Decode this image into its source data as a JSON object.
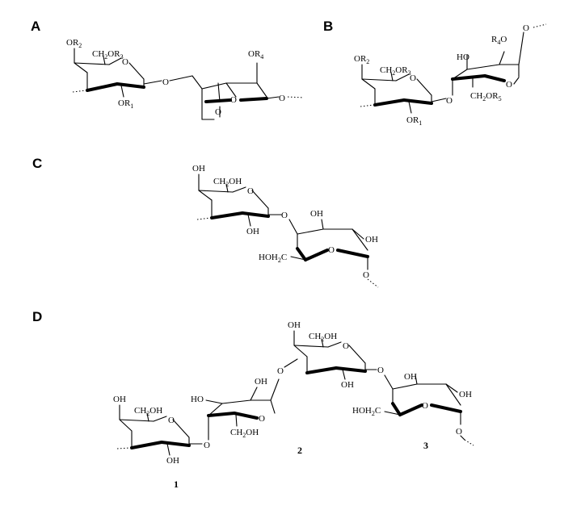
{
  "panels": {
    "A": {
      "label": "A",
      "atoms": {
        "or2": "OR",
        "or2_sub": "2",
        "ch2or3": "CH",
        "ch2or3_sub1": "2",
        "ch2or3_mid": "OR",
        "ch2or3_sub2": "3",
        "ring_o1": "O",
        "or1": "OR",
        "or1_sub": "1",
        "link_o": "O",
        "or4": "OR",
        "or4_sub": "4",
        "ring_o2": "O",
        "bridge_o": "O",
        "end_o": "O"
      }
    },
    "B": {
      "label": "B",
      "atoms": {
        "or2": "OR",
        "or2_sub": "2",
        "ch2or3": "CH",
        "ch2or3_sub1": "2",
        "ch2or3_mid": "OR",
        "ch2or3_sub2": "3",
        "ring_o1": "O",
        "or1": "OR",
        "or1_sub": "1",
        "link_o": "O",
        "ho": "HO",
        "r4o": "R",
        "r4o_sub": "4",
        "r4o_tail": "O",
        "ring_o2": "O",
        "ch2or5": "CH",
        "ch2or5_sub1": "2",
        "ch2or5_mid": "OR",
        "ch2or5_sub2": "5",
        "end_o": "O"
      }
    },
    "C": {
      "label": "C",
      "atoms": {
        "oh_top": "OH",
        "ch2oh": "CH",
        "ch2oh_sub": "2",
        "ch2oh_tail": "OH",
        "ring_o1": "O",
        "oh_c2": "OH",
        "link_o": "O",
        "oh_b": "OH",
        "oh_c": "OH",
        "hoh2c": "HOH",
        "hoh2c_sub": "2",
        "hoh2c_tail": "C",
        "ring_o2": "O",
        "end_o": "O"
      }
    },
    "D": {
      "label": "D",
      "atoms": {
        "u1_oh_top": "OH",
        "u1_ch2oh": "CH",
        "u1_ch2oh_sub": "2",
        "u1_ch2oh_tail": "OH",
        "u1_ring_o": "O",
        "u1_oh": "OH",
        "u1_link_o": "O",
        "u2_ho": "HO",
        "u2_oh": "OH",
        "u2_ring_o": "O",
        "u2_ch2oh": "CH",
        "u2_ch2oh_sub": "2",
        "u2_ch2oh_tail": "OH",
        "u2_link_o": "O",
        "u3_oh_top": "OH",
        "u3_ch2oh": "CH",
        "u3_ch2oh_sub": "2",
        "u3_ch2oh_tail": "OH",
        "u3_ring_o": "O",
        "u3_oh": "OH",
        "u3_link_o": "O",
        "u4_oh_a": "OH",
        "u4_oh_b": "OH",
        "u4_hoh2c": "HOH",
        "u4_hoh2c_sub": "2",
        "u4_hoh2c_tail": "C",
        "u4_ring_o": "O",
        "u4_end_o": "O"
      },
      "unit_labels": {
        "one": "1",
        "two": "2",
        "three": "3"
      }
    }
  }
}
